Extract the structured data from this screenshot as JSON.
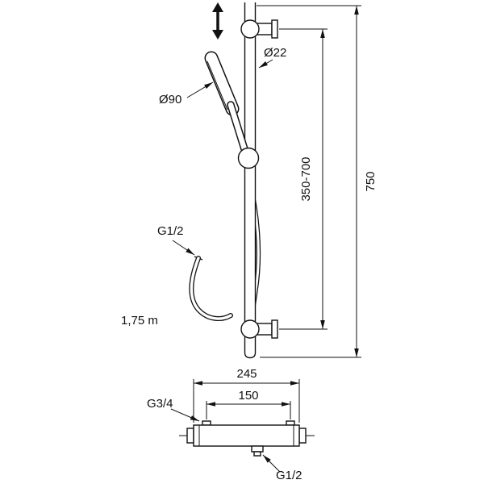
{
  "drawing": {
    "type": "technical-diagram",
    "subject": "shower-rail-set-with-thermostatic-mixer",
    "colors": {
      "line": "#111111",
      "background": "#ffffff"
    },
    "labels": {
      "bar_diameter": "Ø22",
      "head_diameter": "Ø90",
      "slider_range": "350-700",
      "bar_height": "750",
      "hose_thread": "G1/2",
      "hose_length": "1,75 m",
      "mixer_width": "245",
      "inlet_spacing": "150",
      "inlet_thread": "G3/4",
      "outlet_thread": "G1/2"
    }
  }
}
